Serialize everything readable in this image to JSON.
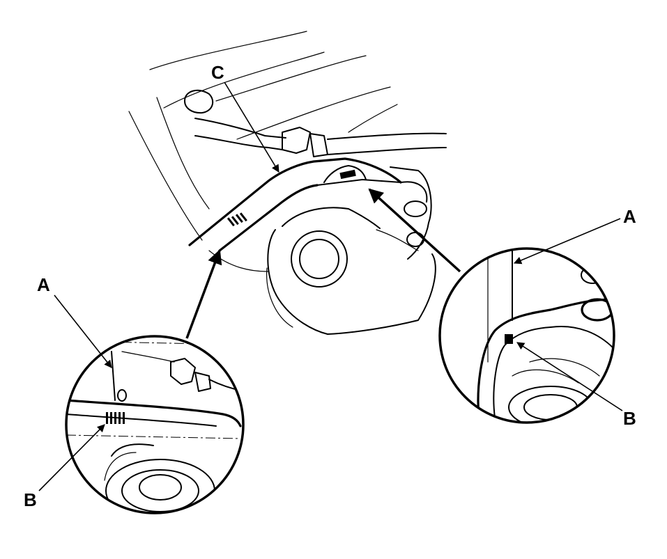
{
  "labels": {
    "part_c": "C",
    "left_detail_a": "A",
    "left_detail_b": "B",
    "right_detail_a": "A",
    "right_detail_b": "B"
  },
  "colors": {
    "line": "#000000",
    "background": "#ffffff"
  }
}
